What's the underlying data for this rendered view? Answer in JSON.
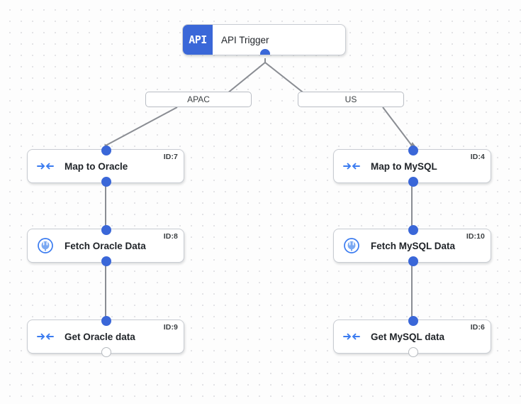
{
  "canvas": {
    "background_color": "#fdfdfd",
    "grid_dot_color": "#e3e3e6",
    "accent_color": "#3a67d8",
    "edge_color": "#8a8d93"
  },
  "trigger": {
    "badge_text": "API",
    "label": "API Trigger",
    "icon": "api-badge"
  },
  "branches": [
    {
      "label": "APAC"
    },
    {
      "label": "US"
    }
  ],
  "nodes": [
    {
      "label": "Map to Oracle",
      "id_text": "ID:7",
      "icon": "mapping-arrows-icon",
      "branch": "APAC"
    },
    {
      "label": "Fetch Oracle Data",
      "id_text": "ID:8",
      "icon": "connector-plug-icon",
      "branch": "APAC"
    },
    {
      "label": "Get Oracle data",
      "id_text": "ID:9",
      "icon": "mapping-arrows-icon",
      "branch": "APAC"
    },
    {
      "label": "Map to MySQL",
      "id_text": "ID:4",
      "icon": "mapping-arrows-icon",
      "branch": "US"
    },
    {
      "label": "Fetch MySQL Data",
      "id_text": "ID:10",
      "icon": "connector-plug-icon",
      "branch": "US"
    },
    {
      "label": "Get MySQL data",
      "id_text": "ID:6",
      "icon": "mapping-arrows-icon",
      "branch": "US"
    }
  ]
}
